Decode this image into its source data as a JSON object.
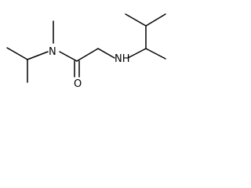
{
  "molecule": {
    "atoms": {
      "amide_nitrogen": "N",
      "carbonyl_oxygen": "O",
      "amine_nitrogen": "NH"
    }
  },
  "colors": {
    "bond": "#000000",
    "label": "#000000",
    "background": "#ffffff"
  }
}
